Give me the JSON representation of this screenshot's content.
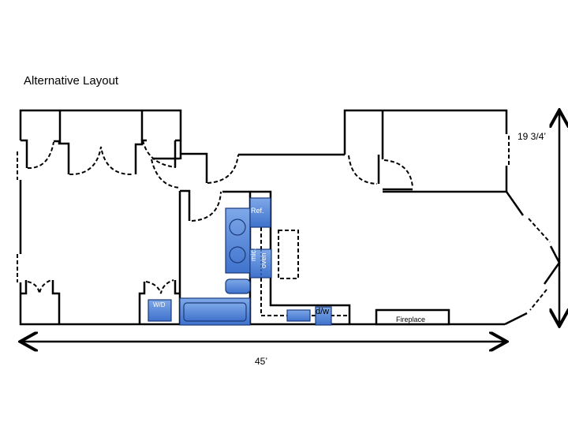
{
  "title": "Alternative Layout",
  "dimensions": {
    "height": "19 3/4’",
    "width": "45’"
  },
  "fixtures": {
    "refrigerator": "Ref.",
    "microwave": "mic.",
    "oven": "oven",
    "dishwasher": "d/w",
    "washer_dryer": "W/D",
    "fireplace": "Fireplace"
  },
  "colors": {
    "appliance": "#4a7fd4",
    "wall": "#000000"
  }
}
